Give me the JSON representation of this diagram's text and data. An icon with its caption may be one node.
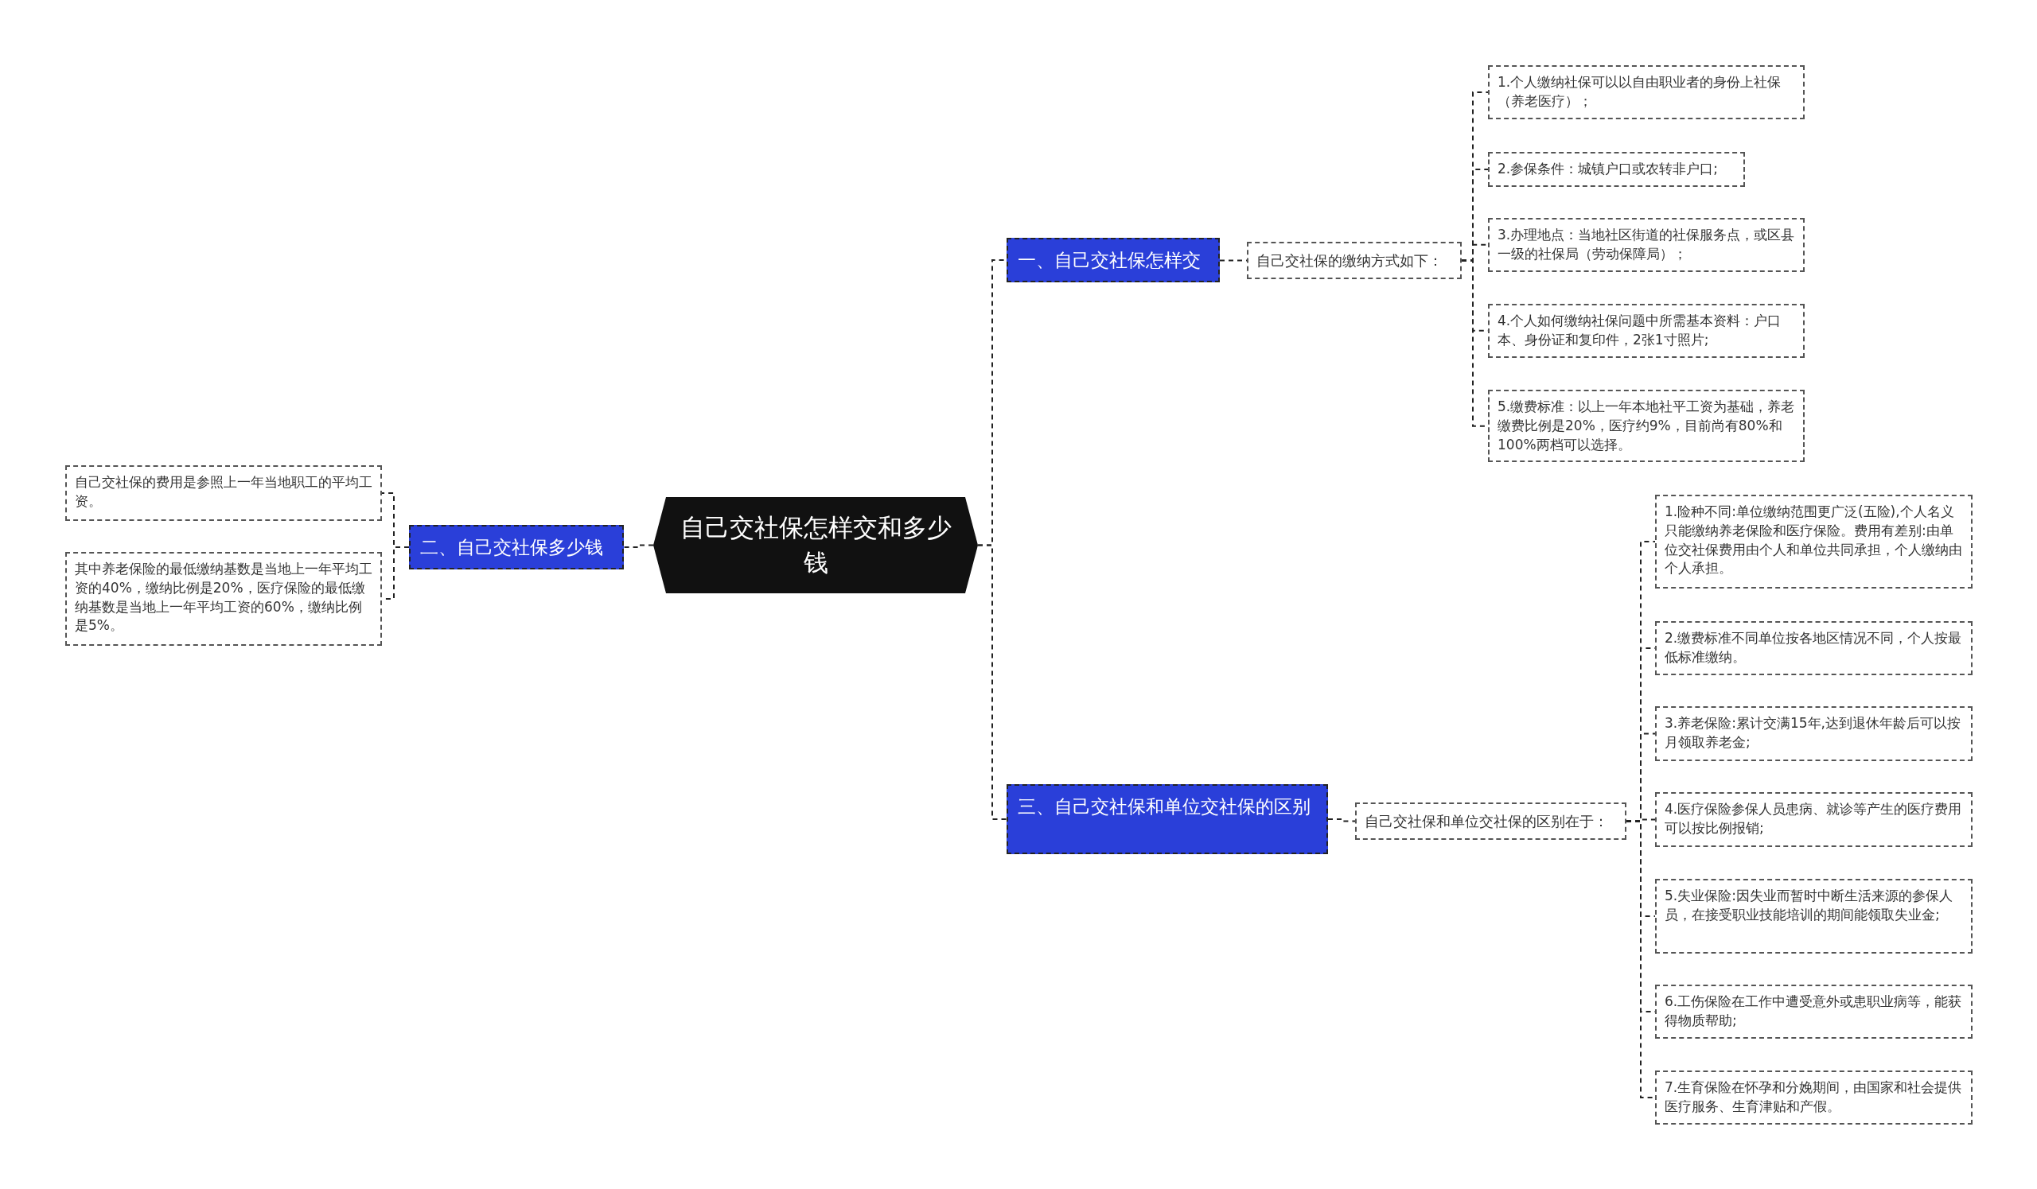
{
  "diagram": {
    "nodes": [
      {
        "text": [
          "自己交社保怎样交和多少钱"
        ]
      },
      {
        "text": [
          "一、自己交社保怎样交"
        ]
      },
      {
        "text": [
          "自己交社保的缴纳方式如下："
        ]
      },
      {
        "text": [
          "1.个人缴纳社保可以以自由职业者的身份上社保（养老医疗）；"
        ]
      },
      {
        "text": [
          "2.参保条件：城镇户口或农转非户口;"
        ]
      },
      {
        "text": [
          "3.办理地点：当地社区街道的社保服务点，或区县一级的社保局（劳动保障局）；"
        ]
      },
      {
        "text": [
          "4.个人如何缴纳社保问题中所需基本资料：户口本、身份证和复印件，2张1寸照片;"
        ]
      },
      {
        "text": [
          "5.缴费标准：以上一年本地社平工资为基础，养老缴费比例是20%，医疗约9%，目前尚有80%和100%两档可以选择。"
        ]
      },
      {
        "text": [
          "二、自己交社保多少钱"
        ]
      },
      {
        "text": [
          "自己交社保的费用是参照上一年当地职工的平均工资。"
        ]
      },
      {
        "text": [
          "其中养老保险的最低缴纳基数是当地上一年平均工资的40%，缴纳比例是20%，医疗保险的最低缴纳基数是当地上一年平均工资的60%，缴纳比例是5%。"
        ]
      },
      {
        "text": [
          "三、自己交社保和单位交社保的区别"
        ]
      },
      {
        "text": [
          "自己交社保和单位交社保的区别在于："
        ]
      },
      {
        "text": [
          "1.险种不同:单位缴纳范围更广泛(五险),个人名义只能缴纳养老保险和医疗保险。费用有差别:由单位交社保费用由个人和单位共同承担，个人缴纳由个人承担。"
        ]
      },
      {
        "text": [
          "2.缴费标准不同单位按各地区情况不同，个人按最低标准缴纳。"
        ]
      },
      {
        "text": [
          "3.养老保险:累计交满15年,达到退休年龄后可以按月领取养老金;"
        ]
      },
      {
        "text": [
          "4.医疗保险参保人员患病、就诊等产生的医疗费用可以按比例报销;"
        ]
      },
      {
        "text": [
          "5.失业保险:因失业而暂时中断生活来源的参保人员，在接受职业技能培训的期间能领取失业金;"
        ]
      },
      {
        "text": [
          "6.工伤保险在工作中遭受意外或患职业病等，能获得物质帮助;"
        ]
      },
      {
        "text": [
          "7.生育保险在怀孕和分娩期间，由国家和社会提供医疗服务、生育津贴和产假。"
        ]
      }
    ],
    "edges": [
      {
        "from": 0,
        "to": 1,
        "arrow": "none"
      },
      {
        "from": 1,
        "to": 2,
        "arrow": "none"
      },
      {
        "from": 2,
        "to": 3,
        "arrow": "none"
      },
      {
        "from": 2,
        "to": 4,
        "arrow": "none"
      },
      {
        "from": 2,
        "to": 5,
        "arrow": "none"
      },
      {
        "from": 2,
        "to": 6,
        "arrow": "none"
      },
      {
        "from": 2,
        "to": 7,
        "arrow": "none"
      },
      {
        "from": 0,
        "to": 8,
        "arrow": "none"
      },
      {
        "from": 8,
        "to": 9,
        "arrow": "none"
      },
      {
        "from": 8,
        "to": 10,
        "arrow": "none"
      },
      {
        "from": 0,
        "to": 11,
        "arrow": "none"
      },
      {
        "from": 11,
        "to": 12,
        "arrow": "none"
      },
      {
        "from": 12,
        "to": 13,
        "arrow": "none"
      },
      {
        "from": 12,
        "to": 14,
        "arrow": "none"
      },
      {
        "from": 12,
        "to": 15,
        "arrow": "none"
      },
      {
        "from": 12,
        "to": 16,
        "arrow": "none"
      },
      {
        "from": 12,
        "to": 17,
        "arrow": "none"
      },
      {
        "from": 12,
        "to": 18,
        "arrow": "none"
      },
      {
        "from": 12,
        "to": 19,
        "arrow": "none"
      }
    ]
  }
}
